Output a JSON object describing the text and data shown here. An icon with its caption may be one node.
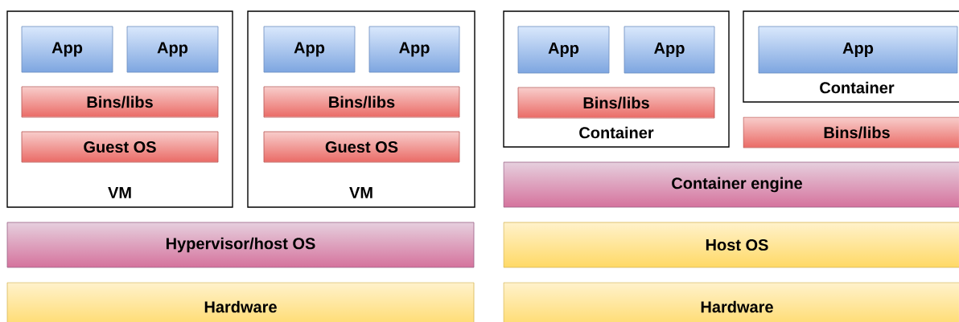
{
  "diagram": {
    "nodes": [
      {
        "text": [
          "VM"
        ]
      },
      {
        "text": [
          "App"
        ],
        "in": 0
      },
      {
        "text": [
          "App"
        ],
        "in": 0
      },
      {
        "text": [
          "Bins/libs"
        ],
        "in": 0
      },
      {
        "text": [
          "Guest OS"
        ],
        "in": 0
      },
      {
        "text": [
          "VM"
        ]
      },
      {
        "text": [
          "App"
        ],
        "in": 5
      },
      {
        "text": [
          "App"
        ],
        "in": 5
      },
      {
        "text": [
          "Bins/libs"
        ],
        "in": 5
      },
      {
        "text": [
          "Guest OS"
        ],
        "in": 5
      },
      {
        "text": [
          "Container"
        ]
      },
      {
        "text": [
          "App"
        ],
        "in": 10
      },
      {
        "text": [
          "App"
        ],
        "in": 10
      },
      {
        "text": [
          "Bins/libs"
        ],
        "in": 10
      },
      {
        "text": [
          "Container"
        ]
      },
      {
        "text": [
          "App"
        ],
        "in": 14
      },
      {
        "text": [
          "Bins/libs"
        ]
      },
      {
        "text": [
          "Container engine"
        ]
      },
      {
        "text": [
          "Hypervisor/host OS"
        ]
      },
      {
        "text": [
          "Host  OS"
        ]
      },
      {
        "text": [
          "Hardware"
        ]
      },
      {
        "text": [
          "Hardware"
        ]
      }
    ]
  }
}
